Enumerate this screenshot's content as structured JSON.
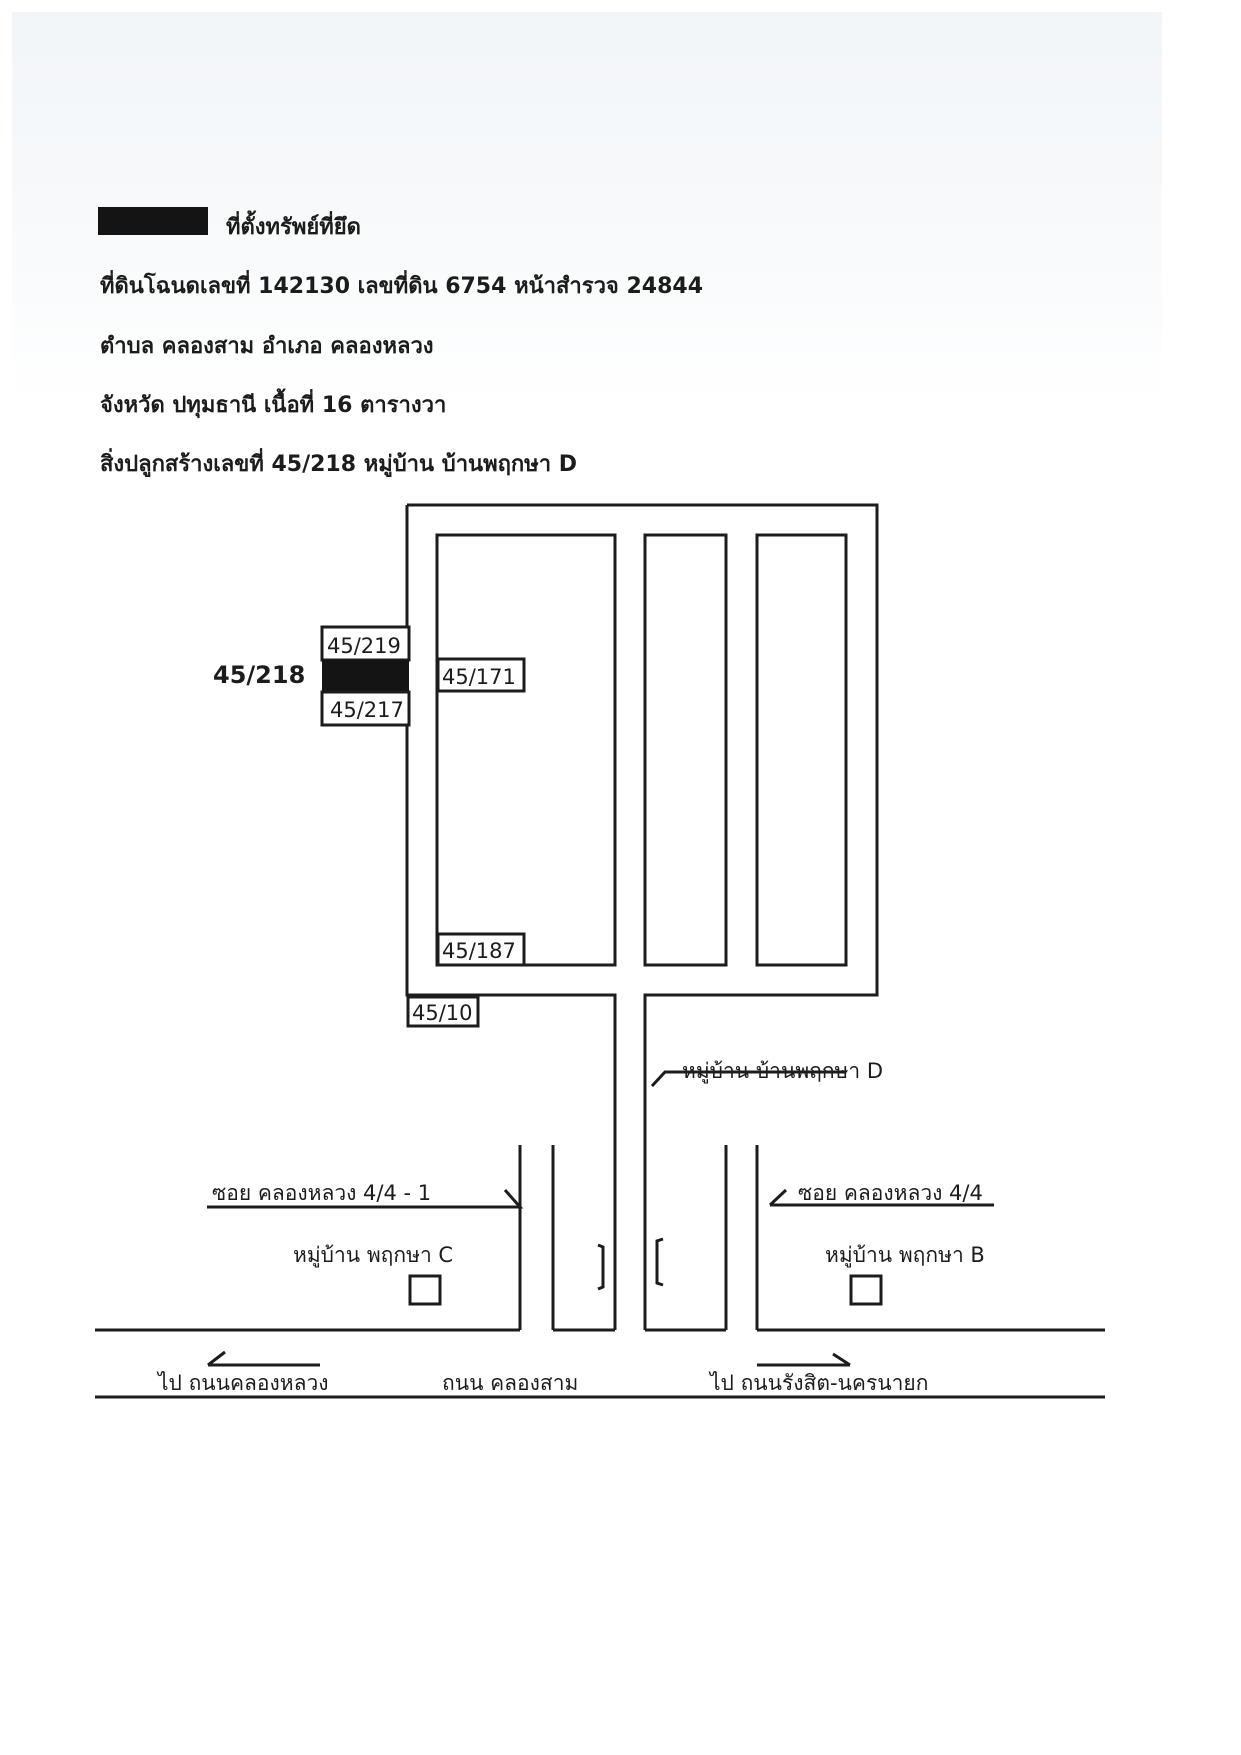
{
  "header": {
    "title": "ที่ตั้งทรัพย์ที่ยึด",
    "line1": "ที่ดินโฉนดเลขที่  142130    เลขที่ดิน 6754    หน้าสำรวจ  24844",
    "line2": "ตำบล  คลองสาม   อำเภอ  คลองหลวง",
    "line3": "จังหวัด  ปทุมธานี      เนื้อที่  16  ตารางวา",
    "line4": "สิ่งปลูกสร้างเลขที่   45/218   หมู่บ้าน บ้านพฤกษา D"
  },
  "map": {
    "target_label": "45/218",
    "house_above": "45/219",
    "house_below": "45/217",
    "house_171": "45/171",
    "house_187": "45/187",
    "house_10": "45/10",
    "village_road_label": "หมู่บ้าน บ้านพฤกษา D",
    "soi_left": "ซอย คลองหลวง 4/4 - 1",
    "soi_right": "ซอย คลองหลวง 4/4",
    "village_c": "หมู่บ้าน พฤกษา C",
    "village_b": "หมู่บ้าน พฤกษา B",
    "main_road": "ถนน คลองสาม",
    "to_left": "ไป ถนนคลองหลวง",
    "to_right": "ไป ถนนรังสิต-นครนายก"
  }
}
